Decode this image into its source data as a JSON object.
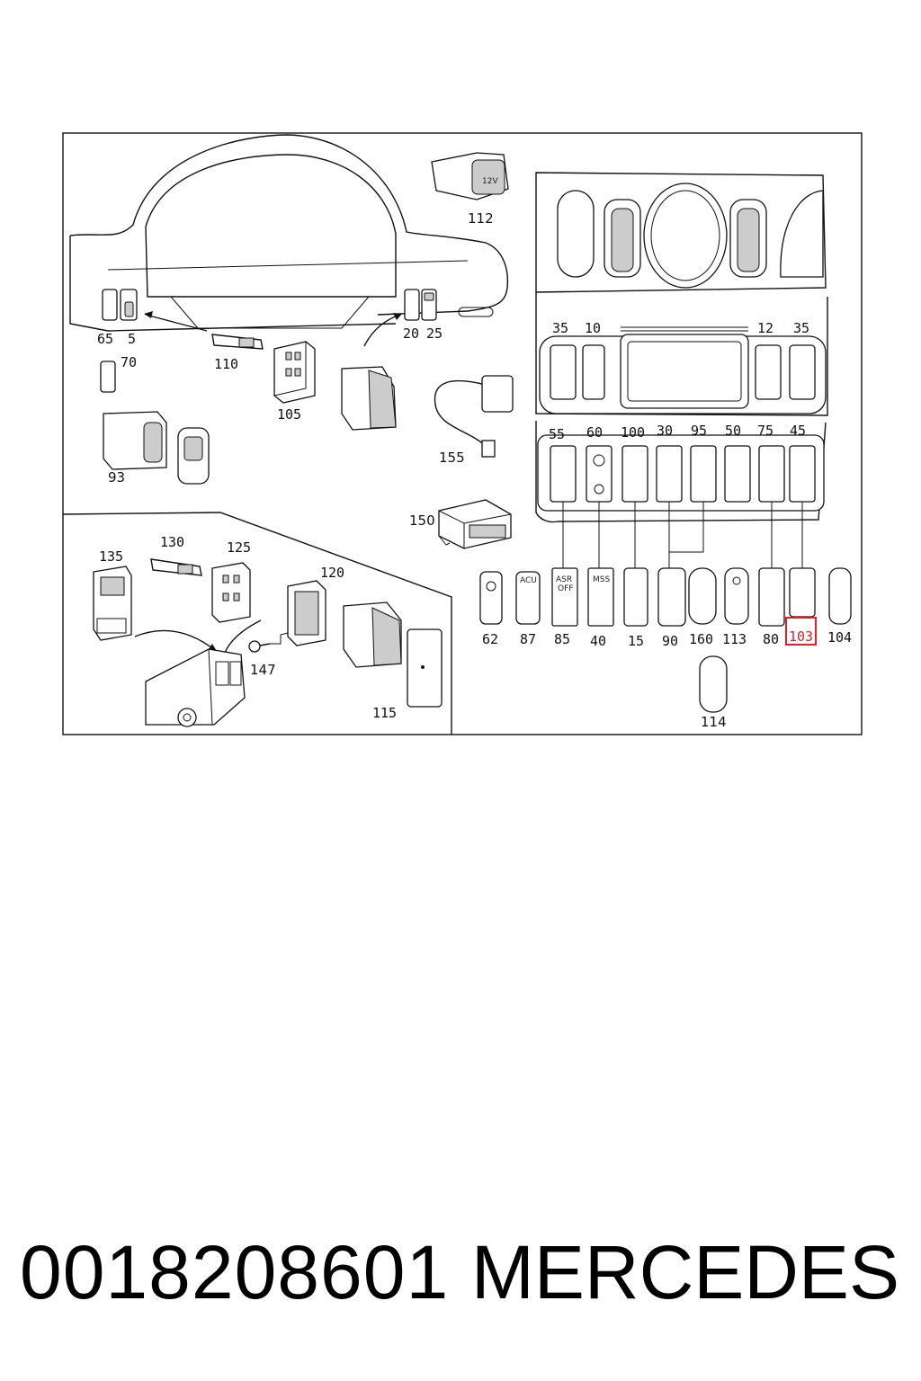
{
  "diagram": {
    "callouts": [
      "65",
      "5",
      "70",
      "110",
      "105",
      "93",
      "112",
      "20",
      "25",
      "155",
      "150",
      "35",
      "10",
      "12",
      "35",
      "55",
      "60",
      "100",
      "30",
      "95",
      "50",
      "75",
      "45",
      "135",
      "130",
      "125",
      "120",
      "147",
      "115",
      "62",
      "87",
      "85",
      "40",
      "15",
      "90",
      "160",
      "113",
      "80",
      "103",
      "104",
      "114"
    ],
    "highlight": {
      "label": "103",
      "color": "#e0202a"
    },
    "switch_text": {
      "asr": "ASR",
      "off": "OFF",
      "mss": "MSS",
      "acu": "ACU",
      "vent": "12V"
    }
  },
  "footer": {
    "part_number": "0018208601",
    "brand": "MERCEDES"
  }
}
